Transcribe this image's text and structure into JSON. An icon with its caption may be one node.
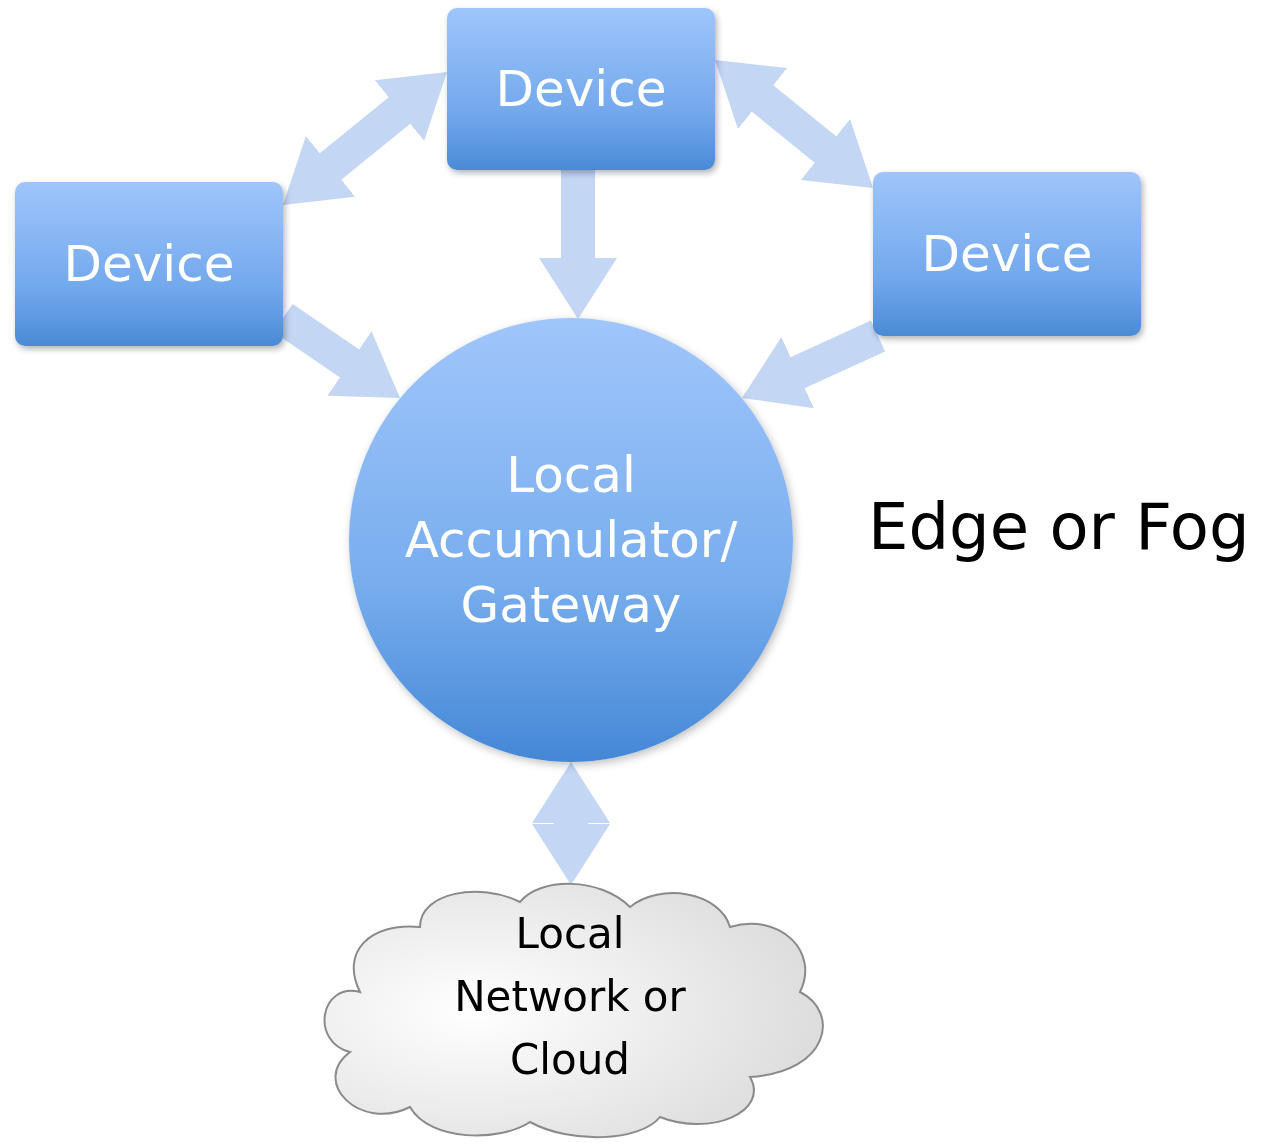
{
  "diagram": {
    "nodes": [
      {
        "text": [
          "Device"
        ]
      },
      {
        "text": [
          "Device"
        ]
      },
      {
        "text": [
          "Device"
        ]
      },
      {
        "text": [
          "Local Accumulator/ Gateway"
        ]
      },
      {
        "text": [
          "Local Network or Cloud"
        ]
      }
    ],
    "edges": [
      {
        "from": 0,
        "to": 1,
        "arrow": "both"
      },
      {
        "from": 0,
        "to": 2,
        "arrow": "both"
      },
      {
        "from": 0,
        "to": 3,
        "arrow": "to"
      },
      {
        "from": 1,
        "to": 3,
        "arrow": "to"
      },
      {
        "from": 2,
        "to": 3,
        "arrow": "to"
      },
      {
        "from": 3,
        "to": 4,
        "arrow": "both"
      }
    ],
    "labels": [
      "Edge or Fog"
    ]
  }
}
